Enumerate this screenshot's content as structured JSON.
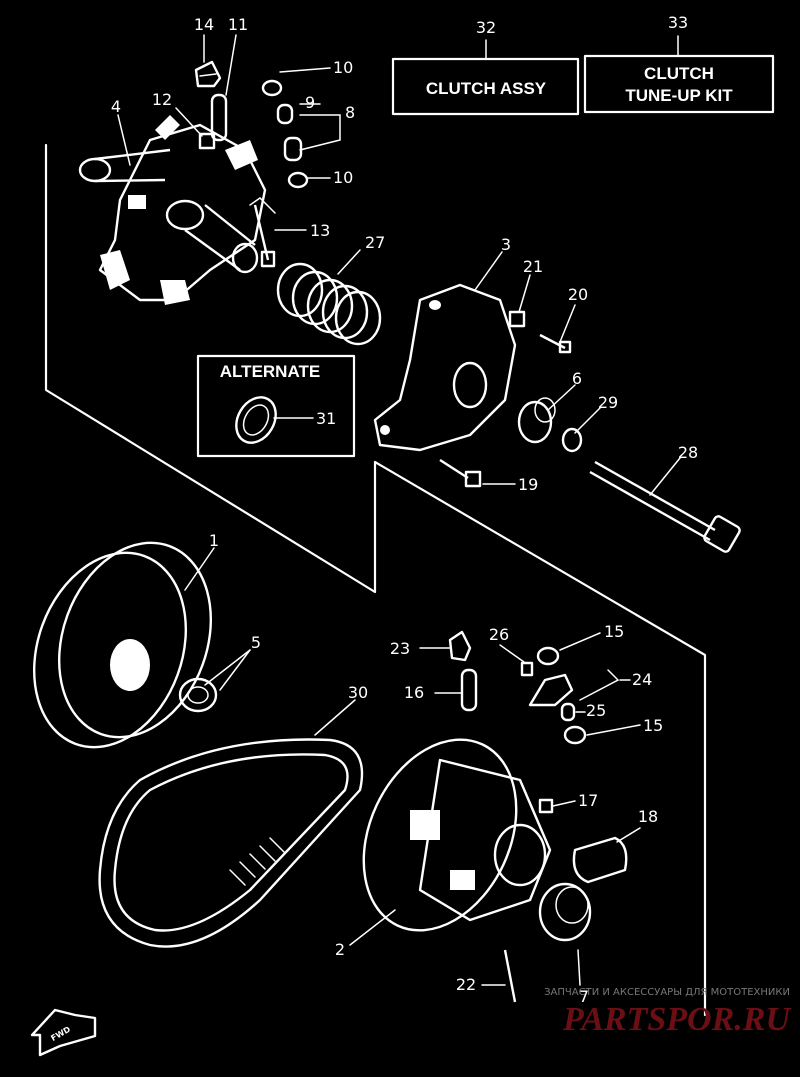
{
  "boxes": {
    "clutch_assy": "CLUTCH ASSY",
    "clutch_assy_ref": "32",
    "tuneup_line1": "CLUTCH",
    "tuneup_line2": "TUNE-UP KIT",
    "tuneup_ref": "33"
  },
  "alternate": {
    "label": "ALTERNATE",
    "ref": "31"
  },
  "callouts": {
    "c1": "1",
    "c2": "2",
    "c3": "3",
    "c4": "4",
    "c5": "5",
    "c6": "6",
    "c7": "7",
    "c8": "8",
    "c9": "9",
    "c10a": "10",
    "c10b": "10",
    "c11": "11",
    "c12": "12",
    "c13": "13",
    "c14": "14",
    "c15a": "15",
    "c15b": "15",
    "c16": "16",
    "c17": "17",
    "c18": "18",
    "c19": "19",
    "c20": "20",
    "c21": "21",
    "c22": "22",
    "c23": "23",
    "c24": "24",
    "c25": "25",
    "c26": "26",
    "c27": "27",
    "c28": "28",
    "c29": "29",
    "c30": "30"
  },
  "fwd_label": "FWD",
  "watermark": {
    "tagline": "ЗАПЧАСТИ И АКСЕССУАРЫ ДЛЯ МОТОТЕХНИКИ",
    "brand": "PARTSPOR.RU"
  }
}
